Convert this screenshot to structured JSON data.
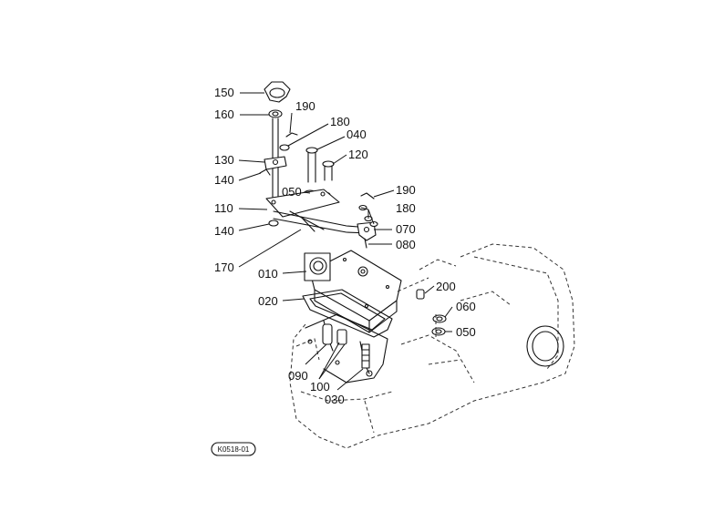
{
  "diagram": {
    "callouts": [
      "150",
      "160",
      "190",
      "180",
      "040",
      "130",
      "120",
      "140",
      "050",
      "190",
      "110",
      "180",
      "140",
      "070",
      "080",
      "170",
      "010",
      "200",
      "020",
      "060",
      "050",
      "090",
      "100",
      "030"
    ],
    "code": "K0518-01"
  }
}
